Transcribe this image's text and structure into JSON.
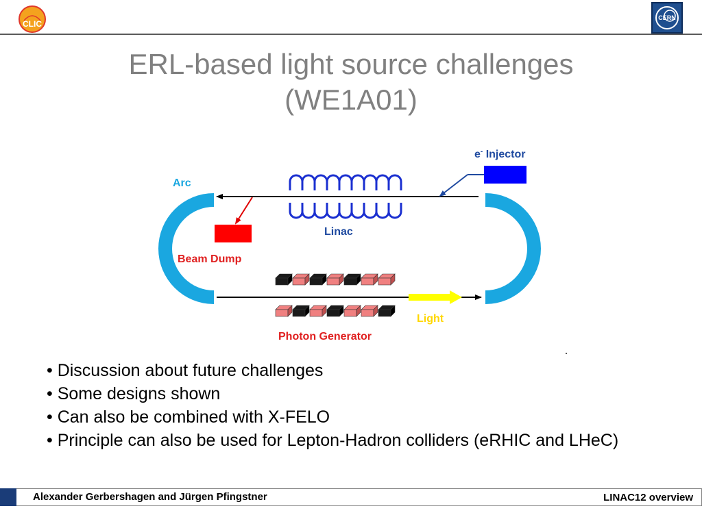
{
  "header": {
    "clic_logo_text": "CLIC",
    "cern_logo_text": "CERN"
  },
  "title": {
    "line1": "ERL-based light source challenges",
    "line2": "(WE1A01)"
  },
  "diagram": {
    "labels": {
      "injector": "e",
      "injector_superscript": "-",
      "injector_rest": " Injector",
      "arc": "Arc",
      "linac": "Linac",
      "beam_dump": "Beam Dump",
      "light": "Light",
      "photon_generator": "Photon Generator"
    },
    "colors": {
      "arc": "#1aa7e0",
      "injector_label": "#1f4aa0",
      "injector_box": "#0000ff",
      "beam_dump": "#ff0000",
      "beam_dump_label": "#e02020",
      "linac_coil": "#1a2fd0",
      "linac_label": "#1f4aa0",
      "light_arrow": "#ffff00",
      "light_label": "#ffd700",
      "photon_label": "#e02020",
      "magnet_pink": "#f08080",
      "magnet_black": "#1a1a1a"
    },
    "magnets_top": [
      "black",
      "pink",
      "black",
      "pink",
      "black",
      "pink",
      "pink"
    ],
    "magnets_bottom": [
      "pink",
      "black",
      "pink",
      "black",
      "pink",
      "pink",
      "black"
    ]
  },
  "bullets": [
    "• Discussion about future challenges",
    "• Some designs shown",
    "• Can also be combined with X-FELO",
    "• Principle can also be used for Lepton-Hadron colliders (eRHIC and LHeC)"
  ],
  "footer": {
    "authors": "Alexander Gerbershagen and Jürgen Pfingstner",
    "event": "LINAC12 overview"
  }
}
